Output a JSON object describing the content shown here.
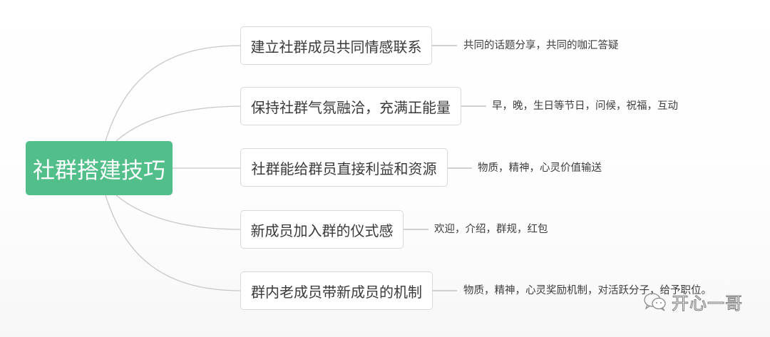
{
  "mindmap": {
    "root": {
      "label": "社群搭建技巧",
      "color": "#52be8a",
      "text_color": "#ffffff"
    },
    "branches": [
      {
        "label": "建立社群成员共同情感联系",
        "note": "共同的话题分享，共同的咖汇答疑"
      },
      {
        "label": "保持社群气氛融洽，充满正能量",
        "note": "早，晚，生日等节日，问候，祝福，互动"
      },
      {
        "label": "社群能给群员直接利益和资源",
        "note": "物质，精神，心灵价值输送"
      },
      {
        "label": "新成员加入群的仪式感",
        "note": "欢迎，介绍，群规，红包"
      },
      {
        "label": "群内老成员带新成员的机制",
        "note": "物质，精神，心灵奖励机制，对活跃分子，给予职位。"
      }
    ],
    "connector_color": "#c8c8c8",
    "branch_border_color": "#d9d9d9"
  },
  "watermark": {
    "icon": "wechat-icon",
    "text": "开心一哥"
  }
}
